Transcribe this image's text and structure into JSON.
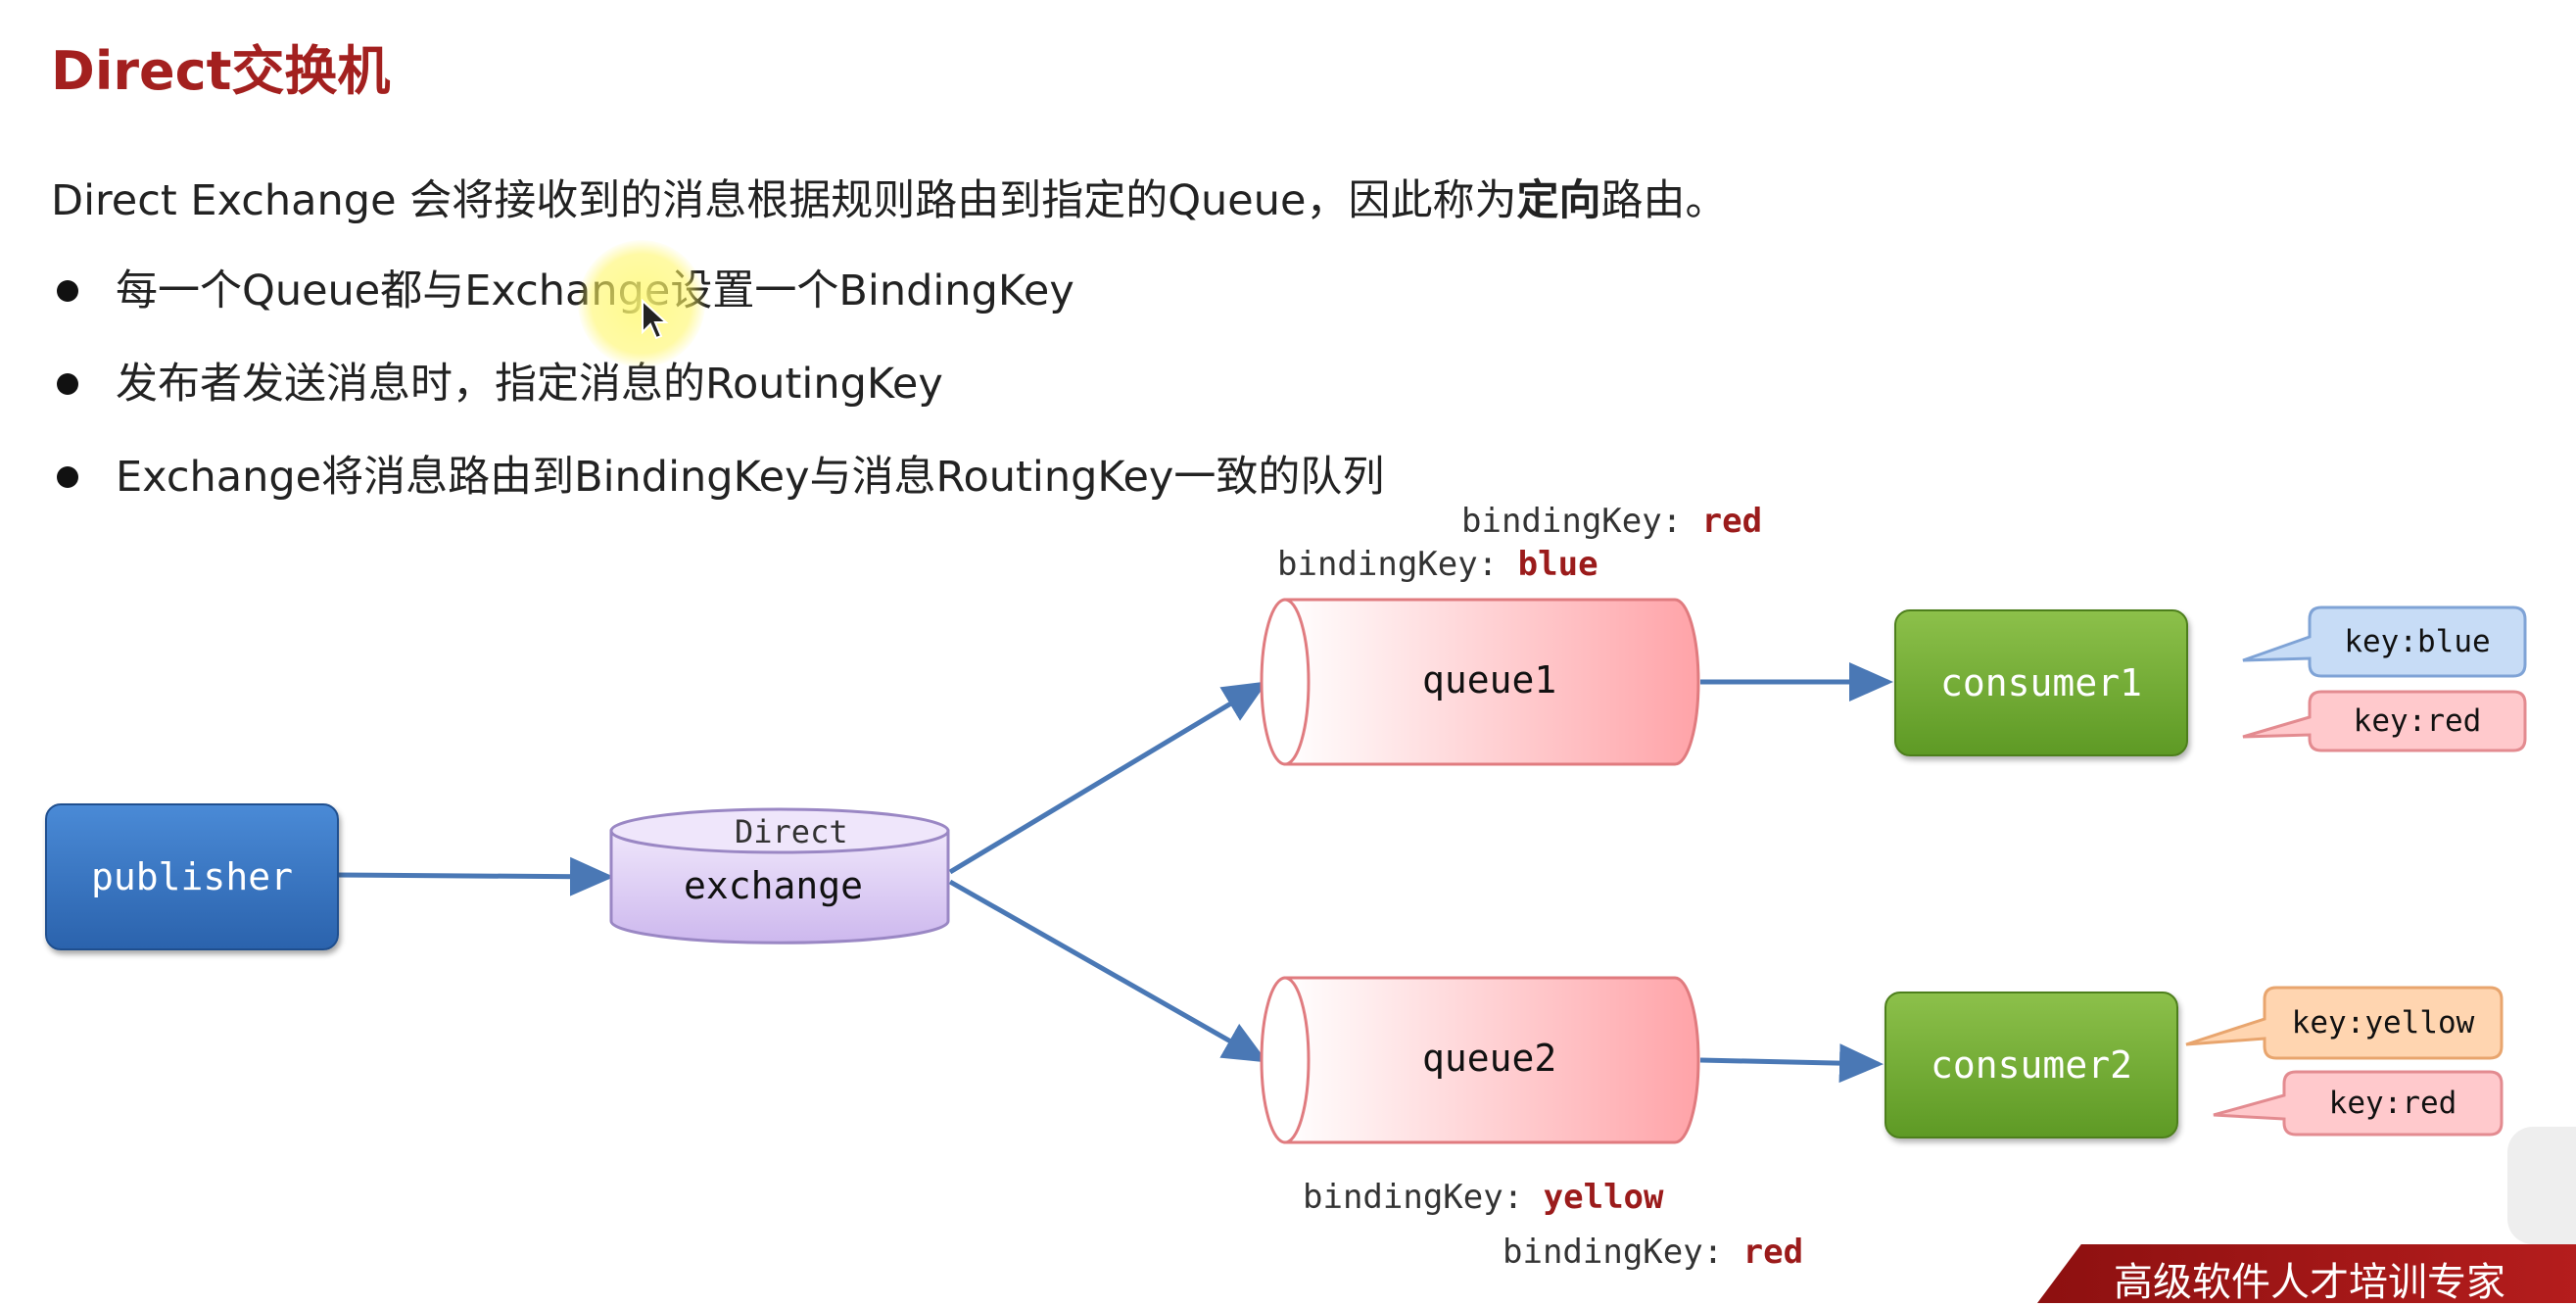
{
  "title": "Direct交换机",
  "intro": {
    "before": "Direct Exchange 会将接收到的消息根据规则路由到指定的Queue，因此称为",
    "bold": "定向",
    "after": "路由。"
  },
  "bullets": [
    "每一个Queue都与Exchange设置一个BindingKey",
    "发布者发送消息时，指定消息的RoutingKey",
    "Exchange将消息路由到BindingKey与消息RoutingKey一致的队列"
  ],
  "diagram": {
    "publisher": "publisher",
    "exchange": {
      "type": "Direct",
      "name": "exchange"
    },
    "queue1": {
      "name": "queue1",
      "binding_label": "bindingKey:",
      "binding_keys": [
        "red",
        "blue"
      ]
    },
    "queue2": {
      "name": "queue2",
      "binding_label": "bindingKey:",
      "binding_keys": [
        "yellow",
        "red"
      ]
    },
    "consumer1": {
      "name": "consumer1",
      "keys": [
        "key:blue",
        "key:red"
      ]
    },
    "consumer2": {
      "name": "consumer2",
      "keys": [
        "key:yellow",
        "key:red"
      ]
    }
  },
  "footer": "高级软件人才培训专家",
  "colors": {
    "title": "#a3201f",
    "publisher": "#2b63ad",
    "exchange": "#d9c8f2",
    "queue": "#ffb3b6",
    "consumer": "#6aa52f",
    "arrow": "#4a78b5",
    "callout_blue": "#c7dcf6",
    "callout_red": "#ffc9cc",
    "callout_orange": "#ffd5b0",
    "footer": "#a31818"
  }
}
